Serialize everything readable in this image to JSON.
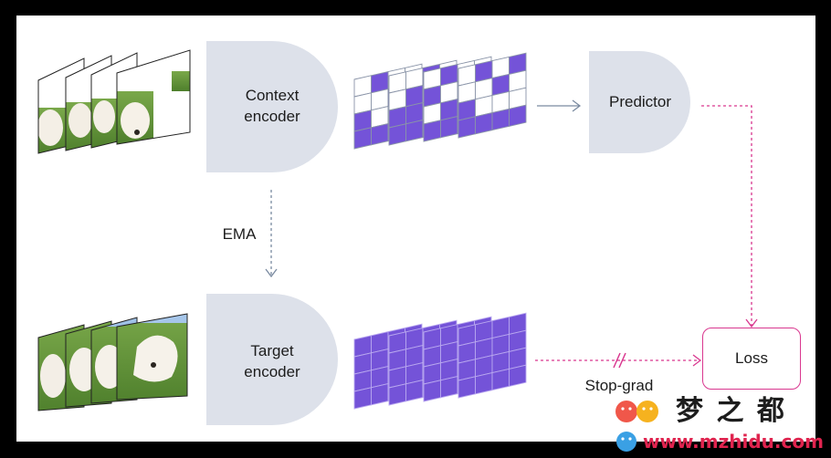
{
  "context_encoder": {
    "label_line1": "Context",
    "label_line2": "encoder"
  },
  "target_encoder": {
    "label_line1": "Target",
    "label_line2": "encoder"
  },
  "predictor": {
    "label": "Predictor"
  },
  "loss": {
    "label": "Loss"
  },
  "ema": {
    "label": "EMA"
  },
  "stop_grad": {
    "label": "Stop-grad"
  },
  "watermark": {
    "title": "梦 之 都",
    "url": "www.mzhidu.com"
  },
  "colors": {
    "shape_fill": "#dde1ea",
    "grid_purple": "#7453d8",
    "grid_line": "#8a94a8",
    "arrow_gray": "#7a8aa0",
    "arrow_pink": "#d9378f"
  },
  "icons": [
    "photo-frame-icon",
    "emoji-faces-icon"
  ]
}
